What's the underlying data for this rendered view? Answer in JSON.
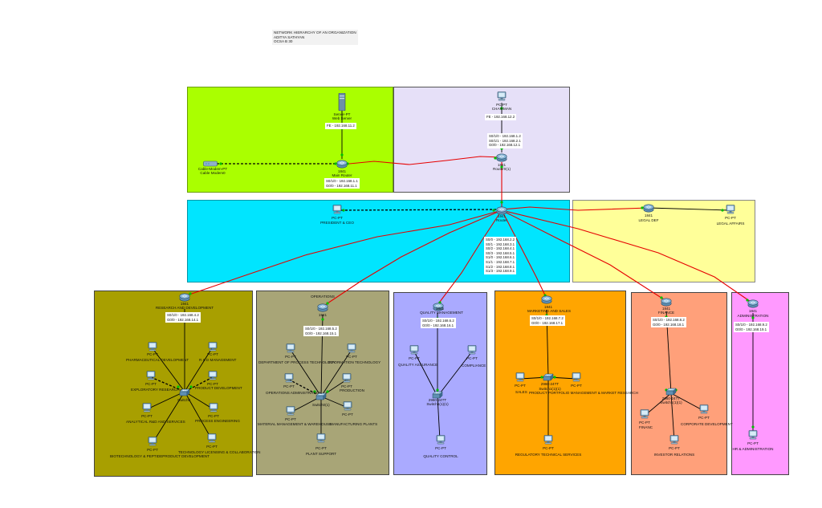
{
  "title_lines": [
    "NETWORK HIERARCHY OF AN ORGANIZATION",
    "ADITYA SATHYAN",
    "OCSA B 30"
  ],
  "colors": {
    "zone_green": "#aaff00",
    "zone_lavender": "#e6e0f8",
    "zone_cyan": "#00e5ff",
    "zone_yellow": "#ffff99",
    "zone_olive": "#a89f00",
    "zone_khaki": "#a8a577",
    "zone_periwinkle": "#aaaaff",
    "zone_orange": "#ffa500",
    "zone_salmon": "#ffa07a",
    "zone_pink": "#ff99ff",
    "link_serial": "#e60000",
    "link_ethernet": "#000000",
    "port_up": "#00c000"
  },
  "top": {
    "server": {
      "type": "Server-PT",
      "name": "Web Server",
      "ip": "FE - 192.168.11.2"
    },
    "modem": {
      "type": "Cable-Modem-PT",
      "name": "Cable Modem0"
    },
    "main_router": {
      "type": "1841",
      "name": "Main Router",
      "ips": [
        "S0/1/0 - 192.168.1.1",
        "G0/0 - 192.168.11.1"
      ]
    },
    "chairman": {
      "type": "PC-PT",
      "name": "CHAIRMAN",
      "ip": "FE - 192.168.12.2"
    },
    "router_chair": {
      "type": "1841",
      "name": "Router0(1)",
      "ips": [
        "S0/1/0 - 192.168.1.2",
        "S0/1/1 - 192.168.2.1",
        "G0/0 - 192.168.12.1"
      ]
    }
  },
  "middle": {
    "core_router": {
      "type": "1941",
      "name": "Router",
      "ips": [
        "S0/0 - 192.168.2.2",
        "S0/1 - 192.168.3.1",
        "S0/2 - 192.168.4.1",
        "S0/3 - 192.168.5.1",
        "S1/0 - 192.168.6.1",
        "S1/1 - 192.168.7.1",
        "S1/2 - 192.168.8.1",
        "S1/3 - 192.168.9.1"
      ]
    },
    "president": {
      "type": "PC-PT",
      "name": "PRESIDENT & CEO"
    },
    "legal_router": {
      "type": "1841",
      "name": "LEGAL DEF"
    },
    "legal_pc": {
      "type": "PC-PT",
      "name": "LEGAL AFFAIRS"
    }
  },
  "departments": {
    "rnd": {
      "router": {
        "type": "1941",
        "name": "RESEARCH AND DEVELOPMENT",
        "ips": [
          "S0/1/0 - 192.168.4.2",
          "G0/0 - 192.168.14.1"
        ]
      },
      "switch": {
        "name": "Switch0"
      },
      "pcs": [
        {
          "type": "PC-PT",
          "name": "PHARMACEUTICAL DEVELOPMENT"
        },
        {
          "type": "PC-PT",
          "name": "R & D MANAGEMENT"
        },
        {
          "type": "PC-PT",
          "name": "EXPLORATORY RESEARCH"
        },
        {
          "type": "PC-PT",
          "name": "PRODUCT DEVELOPMENT"
        },
        {
          "type": "PC-PT",
          "name": "ANALYTICAL R&D AND SERVICES"
        },
        {
          "type": "PC-PT",
          "name": "PROCESS ENGINEERING"
        },
        {
          "type": "PC-PT",
          "name": "BIOTECHNOLOGY & PEPTIDEPRODUCT DEVELOPMENT"
        },
        {
          "type": "PC-PT",
          "name": "TECHNOLOGY LICENSING & COLLABORATION"
        }
      ]
    },
    "operations": {
      "router": {
        "type": "1941",
        "name": "OPERATIONS",
        "ips": [
          "S0/1/0 - 192.168.5.2",
          "G0/0 - 192.168.15.1"
        ]
      },
      "switch": {
        "name": "Switch0(1)"
      },
      "pcs": [
        {
          "type": "PC-PT",
          "name": "DEPARTMENT OF PROCESS TECHNOLOGY"
        },
        {
          "type": "PC-PT",
          "name": "INFORMATION TECHNOLOGY"
        },
        {
          "type": "PC-PT",
          "name": "OPERATIONS ADMINISTRATION"
        },
        {
          "type": "PC-PT",
          "name": "PRODUCTION"
        },
        {
          "type": "PC-PT",
          "name": "MATERIAL MANAGEMENT & WAREHOUSE"
        },
        {
          "type": "PC-PT",
          "name": "MANUFACTURING PLANTS"
        },
        {
          "type": "PC-PT",
          "name": "PLANT SUPPORT"
        }
      ]
    },
    "quality": {
      "router": {
        "type": "1841",
        "name": "QUALITY MANAGEMENT",
        "ips": [
          "S0/1/0 - 192.168.6.2",
          "G0/0 - 192.168.16.1"
        ]
      },
      "switch": {
        "type": "2960-24TT",
        "name": "Switch1(1)(1)"
      },
      "pcs": [
        {
          "type": "PC-PT",
          "name": "QUALITY ASSURANCE"
        },
        {
          "type": "PC-PT",
          "name": "COMPLIANCE"
        },
        {
          "type": "PC-PT",
          "name": "QUALITY CONTROL"
        }
      ]
    },
    "marketing": {
      "router": {
        "type": "1841",
        "name": "MARKETING AND SALES",
        "ips": [
          "S0/1/0 - 192.168.7.2",
          "G0/0 - 192.168.17.1"
        ]
      },
      "switch": {
        "type": "2960-24TT",
        "name": "Switch1(1)(1)"
      },
      "pcs": [
        {
          "type": "PC-PT",
          "name": "SALES"
        },
        {
          "type": "PC-PT",
          "name": "PRODUCT PORTFOLIO MANAGEMENT & MARKET RESEARCH"
        },
        {
          "type": "PC-PT",
          "name": "REGULATORY TECHNICAL SERVICES"
        }
      ]
    },
    "finance": {
      "router": {
        "type": "1841",
        "name": "FINANCE",
        "ips": [
          "S0/1/0 - 192.168.8.2",
          "G0/0 - 192.168.18.1"
        ]
      },
      "switch": {
        "type": "2960-24TT",
        "name": "Switch1(1)(1)"
      },
      "pcs": [
        {
          "type": "PC-PT",
          "name": "FINANC"
        },
        {
          "type": "PC-PT",
          "name": "CORPORATE DEVELOPMENT"
        },
        {
          "type": "PC-PT",
          "name": "INVESTOR RELATIONS"
        }
      ]
    },
    "admin": {
      "router": {
        "type": "1841",
        "name": "ADMINISTRATION",
        "ips": [
          "S0/1/0 - 192.168.9.2",
          "G0/0 - 192.168.19.1"
        ]
      },
      "pcs": [
        {
          "type": "PC-PT",
          "name": "HR & ADMINISTRATION"
        }
      ]
    }
  }
}
